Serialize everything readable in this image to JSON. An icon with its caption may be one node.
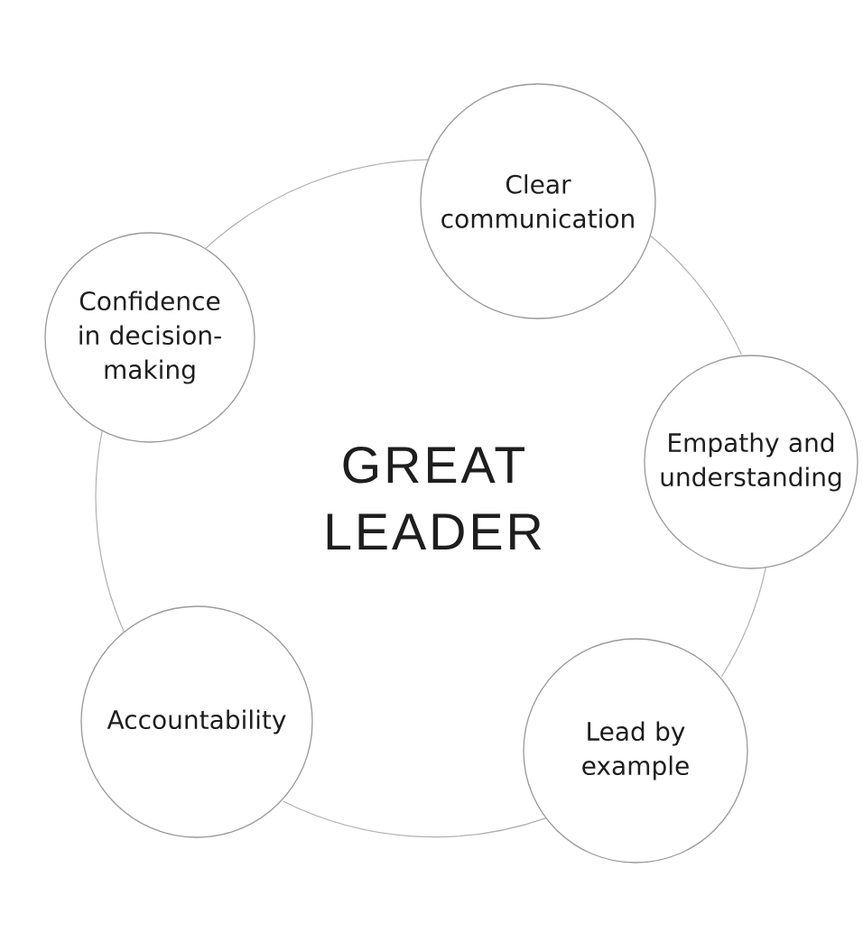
{
  "diagram": {
    "nodes": [
      {
        "text": [
          "Clear communication"
        ]
      },
      {
        "text": [
          "Empathy and understanding"
        ]
      },
      {
        "text": [
          "Lead by example"
        ]
      },
      {
        "text": [
          "Accountability"
        ]
      },
      {
        "text": [
          "Confidence in decision-making"
        ]
      }
    ],
    "edges": [
      {
        "from": 0,
        "to": 1,
        "arrow": "none"
      },
      {
        "from": 1,
        "to": 2,
        "arrow": "none"
      },
      {
        "from": 2,
        "to": 3,
        "arrow": "none"
      },
      {
        "from": 3,
        "to": 4,
        "arrow": "none"
      },
      {
        "from": 4,
        "to": 0,
        "arrow": "none"
      }
    ],
    "labels": [
      "GREAT LEADER"
    ]
  }
}
